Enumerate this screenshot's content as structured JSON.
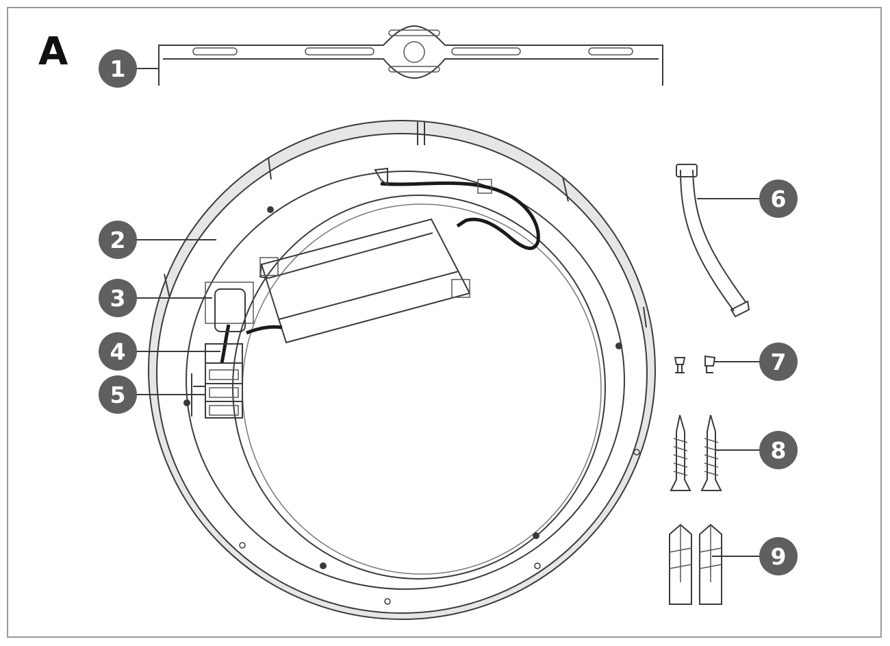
{
  "panel": {
    "letter": "A"
  },
  "callouts": [
    {
      "number": "1"
    },
    {
      "number": "2"
    },
    {
      "number": "3"
    },
    {
      "number": "4"
    },
    {
      "number": "5"
    },
    {
      "number": "6"
    },
    {
      "number": "7"
    },
    {
      "number": "8"
    },
    {
      "number": "9"
    }
  ],
  "colors": {
    "callout_fill": "#5f5f5f",
    "line": "#3a3a3a",
    "ring_fill": "#e6e6e6"
  }
}
